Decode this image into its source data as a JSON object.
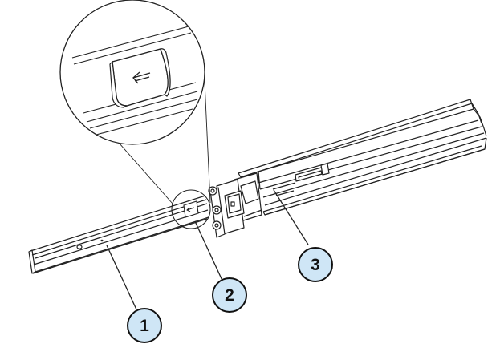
{
  "diagram": {
    "colors": {
      "line": "#222222",
      "callout_fill": "#cfe6f6",
      "callout_stroke": "#111111",
      "background": "#ffffff"
    },
    "callouts": [
      {
        "label": "1"
      },
      {
        "label": "2"
      },
      {
        "label": "3"
      }
    ],
    "icons": {
      "release_tab_arrow": "left-arrow-icon"
    }
  }
}
